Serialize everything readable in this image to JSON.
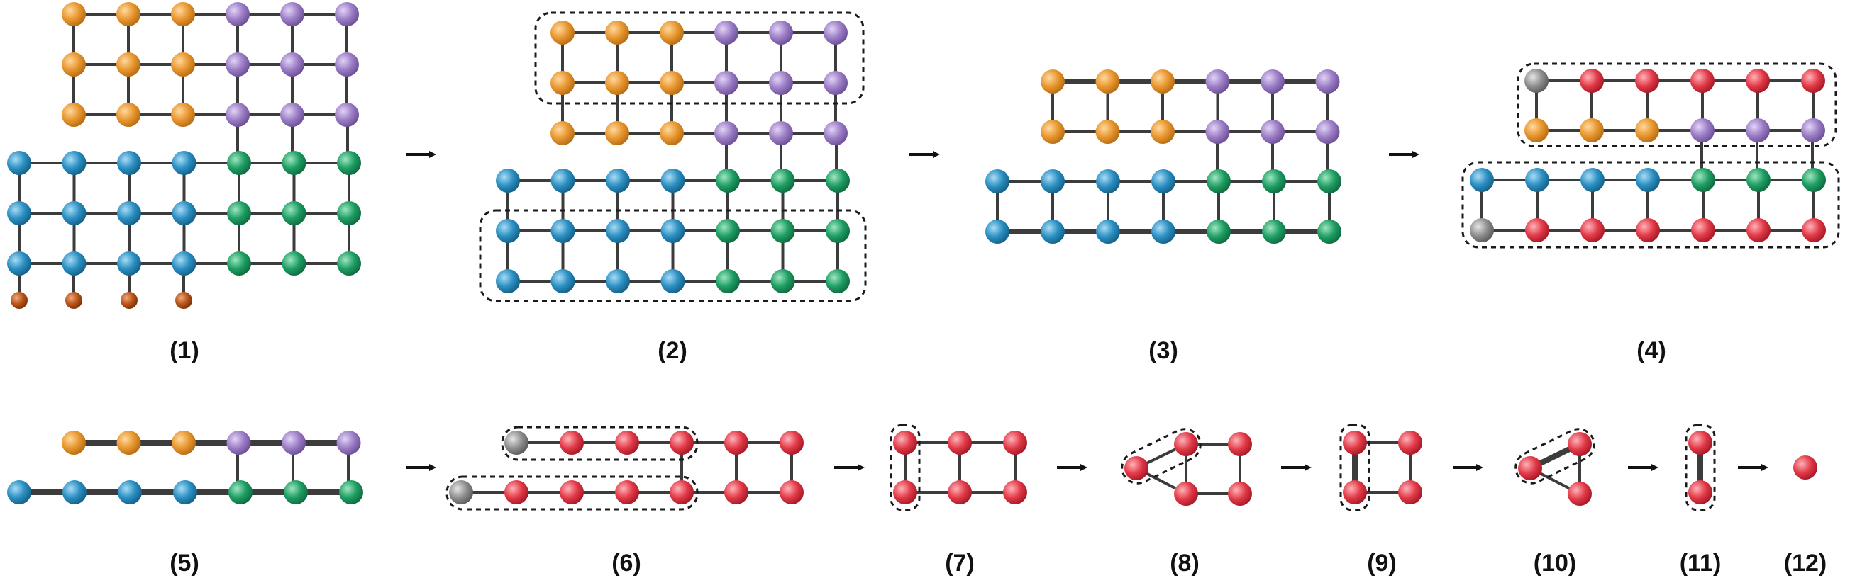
{
  "step_labels": [
    "(1)",
    "(2)",
    "(3)",
    "(4)",
    "(5)",
    "(6)",
    "(7)",
    "(8)",
    "(9)",
    "(10)",
    "(11)",
    "(12)"
  ],
  "node_colors": {
    "orange": "#e8962e",
    "purple": "#9b7dc5",
    "blue": "#2a8fc2",
    "green": "#1e9e63",
    "red": "#e23a48",
    "gray": "#8f8f8f",
    "brown": "#b8541a"
  },
  "edge_color": "#3c3c3c"
}
